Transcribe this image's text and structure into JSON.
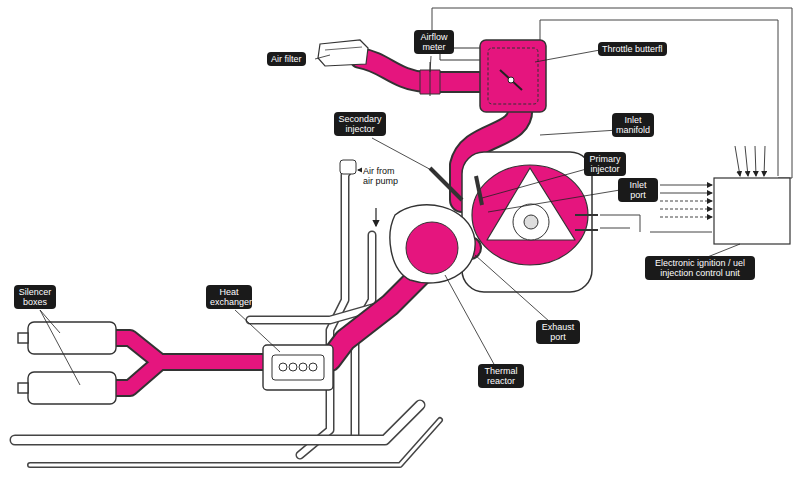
{
  "diagram": {
    "nodes": [
      {
        "text": [
          "Air filter"
        ]
      },
      {
        "text": [
          "Airflow meter"
        ]
      },
      {
        "text": [
          "Throttle butterfl"
        ]
      },
      {
        "text": [
          "Inlet manifold"
        ]
      },
      {
        "text": [
          "Secondary injector"
        ]
      },
      {
        "text": [
          "Primary injector"
        ]
      },
      {
        "text": [
          "Inlet port"
        ]
      },
      {
        "text": [
          "Electronic ignition / uel injection control unit"
        ]
      },
      {
        "text": [
          "Heat exchanger"
        ]
      },
      {
        "text": [
          "Silencer boxes"
        ]
      },
      {
        "text": [
          "Exhaust port"
        ]
      },
      {
        "text": [
          "Thermal reactor"
        ]
      }
    ],
    "labels": [
      "Air from air pump"
    ]
  }
}
